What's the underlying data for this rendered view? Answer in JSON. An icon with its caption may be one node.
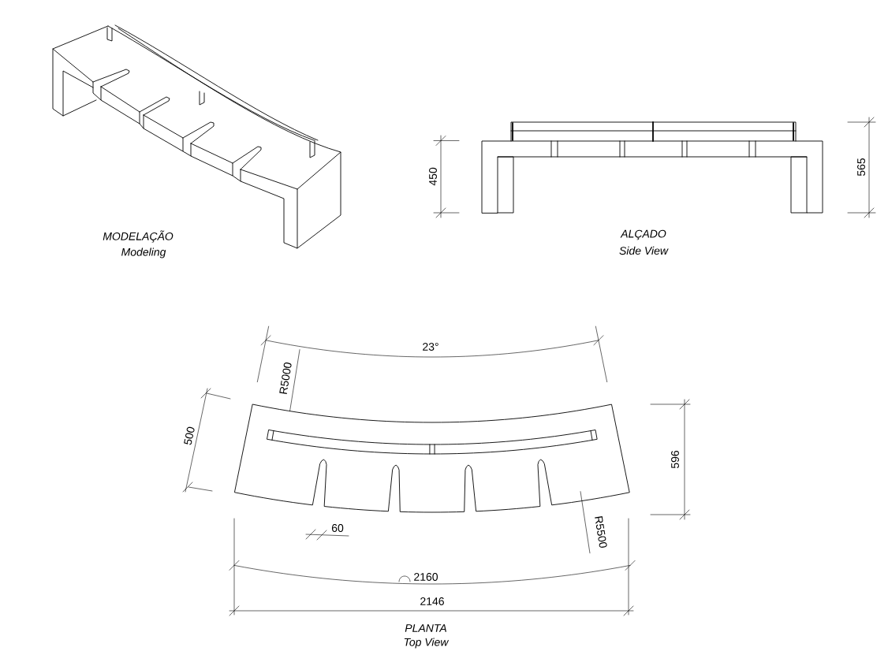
{
  "diagram": {
    "labels": [
      "450",
      "565",
      "MODELAÇÃO",
      "Modeling",
      "ALÇADO",
      "Side View",
      "23°",
      "R5000",
      "500",
      "596",
      "R5500",
      "60",
      "2160",
      "2146",
      "PLANTA",
      "Top View"
    ]
  }
}
